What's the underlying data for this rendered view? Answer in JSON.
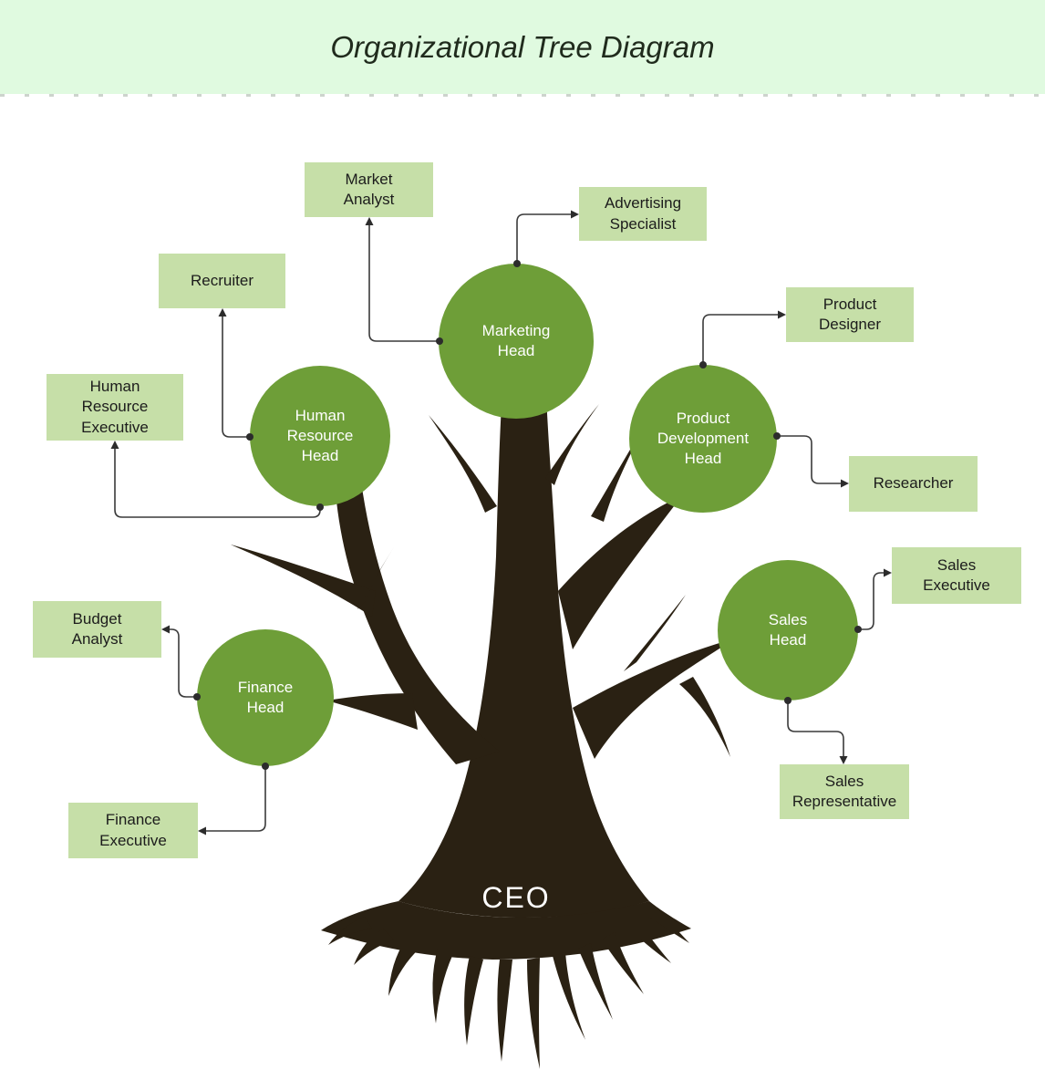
{
  "header": {
    "title": "Organizational Tree Diagram"
  },
  "root": {
    "label": "CEO"
  },
  "heads": [
    {
      "id": "marketing",
      "label": "Marketing Head"
    },
    {
      "id": "human-resource",
      "label": "Human Resource Head"
    },
    {
      "id": "product-development",
      "label": "Product Development Head"
    },
    {
      "id": "sales",
      "label": "Sales Head"
    },
    {
      "id": "finance",
      "label": "Finance Head"
    }
  ],
  "subordinates": [
    {
      "id": "market-analyst",
      "label": "Market Analyst"
    },
    {
      "id": "advertising-specialist",
      "label": "Advertising Specialist"
    },
    {
      "id": "recruiter",
      "label": "Recruiter"
    },
    {
      "id": "product-designer",
      "label": "Product Designer"
    },
    {
      "id": "human-resource-executive",
      "label": "Human Resource Executive"
    },
    {
      "id": "researcher",
      "label": "Researcher"
    },
    {
      "id": "sales-executive",
      "label": "Sales Executive"
    },
    {
      "id": "budget-analyst",
      "label": "Budget Analyst"
    },
    {
      "id": "sales-representative",
      "label": "Sales Representative"
    },
    {
      "id": "finance-executive",
      "label": "Finance Executive"
    }
  ],
  "connections": [
    {
      "from": "CEO",
      "to": "Marketing Head"
    },
    {
      "from": "CEO",
      "to": "Human Resource Head"
    },
    {
      "from": "CEO",
      "to": "Product Development Head"
    },
    {
      "from": "CEO",
      "to": "Sales Head"
    },
    {
      "from": "CEO",
      "to": "Finance Head"
    },
    {
      "from": "Marketing Head",
      "to": "Market Analyst"
    },
    {
      "from": "Marketing Head",
      "to": "Advertising Specialist"
    },
    {
      "from": "Human Resource Head",
      "to": "Recruiter"
    },
    {
      "from": "Human Resource Head",
      "to": "Human Resource Executive"
    },
    {
      "from": "Product Development Head",
      "to": "Product Designer"
    },
    {
      "from": "Product Development Head",
      "to": "Researcher"
    },
    {
      "from": "Sales Head",
      "to": "Sales Executive"
    },
    {
      "from": "Sales Head",
      "to": "Sales Representative"
    },
    {
      "from": "Finance Head",
      "to": "Budget Analyst"
    },
    {
      "from": "Finance Head",
      "to": "Finance Executive"
    }
  ],
  "colors": {
    "header_bg": "#e0fae0",
    "title_text": "#202b1d",
    "circle_fill": "#6e9e38",
    "box_fill": "#c6dfa8",
    "box_text": "#1c1c1c",
    "tree_fill": "#2a2113",
    "connector": "#3a3a3a"
  }
}
